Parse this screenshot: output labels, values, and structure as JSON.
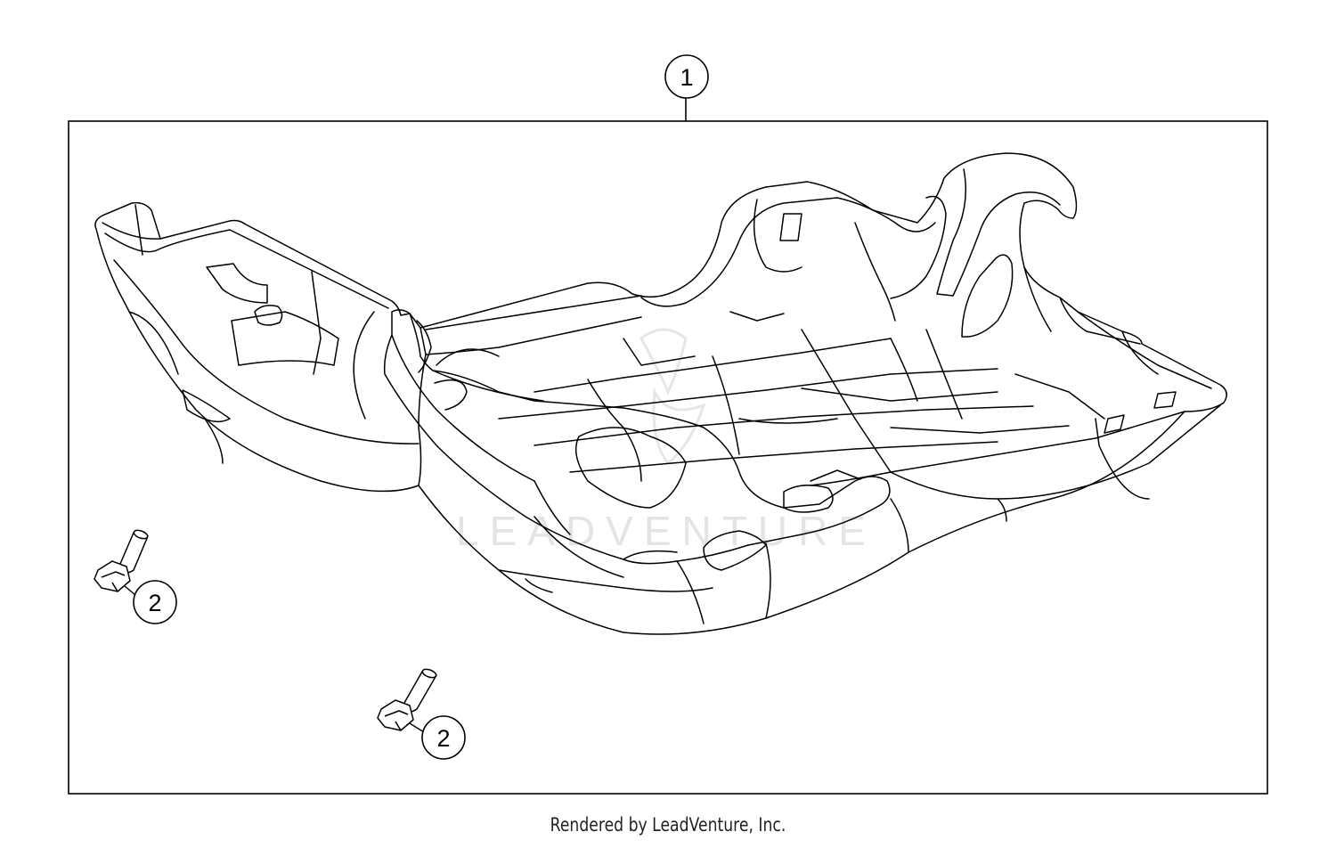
{
  "callouts": [
    {
      "number": "1",
      "part": "skid-plate"
    },
    {
      "number": "2",
      "part": "bolt"
    },
    {
      "number": "2",
      "part": "bolt"
    }
  ],
  "watermark": "LEADVENTURE",
  "footer": "Rendered by LeadVenture, Inc.",
  "colors": {
    "line": "#000000",
    "watermark": "#e4e4e4",
    "background": "#ffffff"
  }
}
